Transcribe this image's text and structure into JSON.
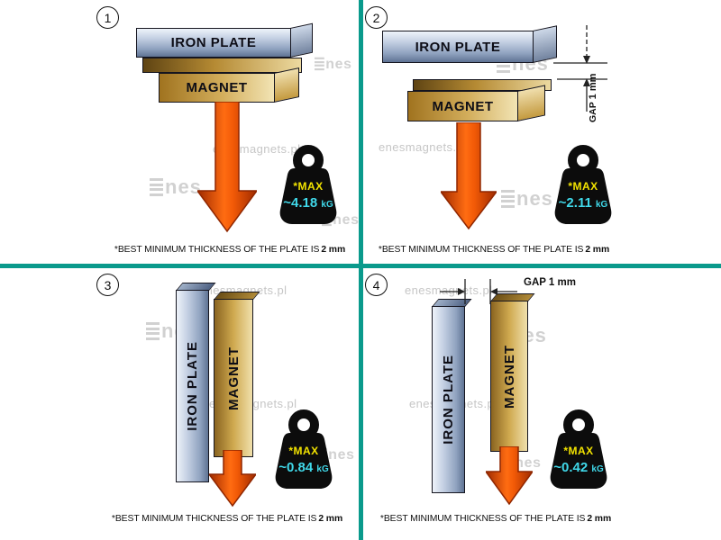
{
  "colors": {
    "divider": "#0a9a8c",
    "max_yellow": "#f2e300",
    "value_cyan": "#40d9ea",
    "arrow_orange": "#f26a00",
    "watermark_gray": "#c6c6c6"
  },
  "watermarks": {
    "site": "enesmagnets.pl",
    "logo_text": "nes"
  },
  "labels": {
    "plate": "IRON PLATE",
    "magnet": "MAGNET",
    "max": "*MAX",
    "unit": "kG",
    "gap": "GAP",
    "gap_value": "1 mm"
  },
  "caption": {
    "prefix": "*BEST MINIMUM THICKNESS OF THE PLATE IS",
    "bold": "2 mm"
  },
  "panels": [
    {
      "number": "1",
      "value": "~4.18"
    },
    {
      "number": "2",
      "value": "~2.11"
    },
    {
      "number": "3",
      "value": "~0.84"
    },
    {
      "number": "4",
      "value": "~0.42"
    }
  ]
}
